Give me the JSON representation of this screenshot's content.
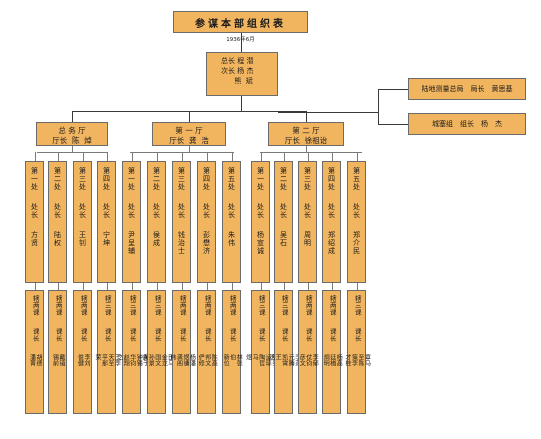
{
  "title": "参谋本部组织表",
  "date": "1936年6月",
  "command": {
    "lines": [
      "总长 程  潜",
      "次长 杨  杰",
      "      熊  斌"
    ]
  },
  "side_units": [
    {
      "label": "陆地测量总局　局长　黄思基"
    },
    {
      "label": "城塞组　组长　杨　杰"
    }
  ],
  "departments": [
    {
      "name": "总 务 厅",
      "head": "厅长  陈  焯"
    },
    {
      "name": "第 一 厅",
      "head": "厅长  龚  浩"
    },
    {
      "name": "第 二 厅",
      "head": "厅长  徐祖诒"
    }
  ],
  "sections": [
    {
      "title": "第一处",
      "role": "处长",
      "name": "方贤"
    },
    {
      "title": "第二处",
      "role": "处长",
      "name": "陆权"
    },
    {
      "title": "第三处",
      "role": "处长",
      "name": "王钊"
    },
    {
      "title": "第四处",
      "role": "处长",
      "name": "宁坤"
    },
    {
      "title": "第一处",
      "role": "处长",
      "name": "尹呈辅"
    },
    {
      "title": "第二处",
      "role": "处长",
      "name": "侯成"
    },
    {
      "title": "第三处",
      "role": "处长",
      "name": "钱治士"
    },
    {
      "title": "第四处",
      "role": "处长",
      "name": "彭懋济"
    },
    {
      "title": "第五处",
      "role": "处长",
      "name": "朱伟"
    },
    {
      "title": "第一处",
      "role": "处长",
      "name": "杨宣诚"
    },
    {
      "title": "第二处",
      "role": "处长",
      "name": "吴石"
    },
    {
      "title": "第三处",
      "role": "处长",
      "name": "周明"
    },
    {
      "title": "第四处",
      "role": "处长",
      "name": "郑绍成"
    },
    {
      "title": "第五处",
      "role": "处长",
      "name": "郑介民"
    }
  ],
  "subsections": [
    {
      "units": "辖两课",
      "role": "课长",
      "staff": [
        "胡德",
        "潘菁"
      ]
    },
    {
      "units": "辖两课",
      "role": "课长",
      "staff": [
        "戴镐",
        "锡前"
      ]
    },
    {
      "units": "辖两课",
      "role": "课长",
      "staff": [
        "李刘",
        "俊健"
      ]
    },
    {
      "units": "辖三课",
      "role": "课长",
      "staff": [
        "王李",
        "天至",
        "平那",
        "荣"
      ]
    },
    {
      "units": "辖三课",
      "role": "课长",
      "staff": [
        "黄于",
        "钟锡",
        "华钧",
        "赵翔",
        "之"
      ]
    },
    {
      "units": "辖三课",
      "role": "课长",
      "staff": [
        "田马",
        "金龙",
        "国文",
        "孙景",
        "贤"
      ]
    },
    {
      "units": "辖两课",
      "role": "课长",
      "staff": [
        "杨潘",
        "煜镛",
        "龚阁",
        "伟"
      ]
    },
    {
      "units": "辖两课",
      "role": "课长",
      "staff": [
        "陈高",
        "邦文",
        "俨修"
      ]
    },
    {
      "units": "辖两课",
      "role": "课长",
      "staff": [
        "林张",
        "伯",
        "新位"
      ]
    },
    {
      "units": "辖三课",
      "role": "课长",
      "staff": [
        "张张",
        "运琼",
        "陶哲",
        "马",
        "煜"
      ]
    },
    {
      "units": "辖三课",
      "role": "课长",
      "staff": [
        "李范",
        "元腾",
        "凯霄",
        "王",
        "丞"
      ]
    },
    {
      "units": "辖两课",
      "role": "课长",
      "staff": [
        "李郁",
        "仗钧",
        "彦文"
      ]
    },
    {
      "units": "辖两课",
      "role": "课长",
      "staff": [
        "杨高",
        "廷楢",
        "炯明"
      ]
    },
    {
      "units": "辖三课",
      "role": "课长",
      "staff": [
        "章马",
        "至陈",
        "策李",
        "才桂"
      ]
    }
  ]
}
